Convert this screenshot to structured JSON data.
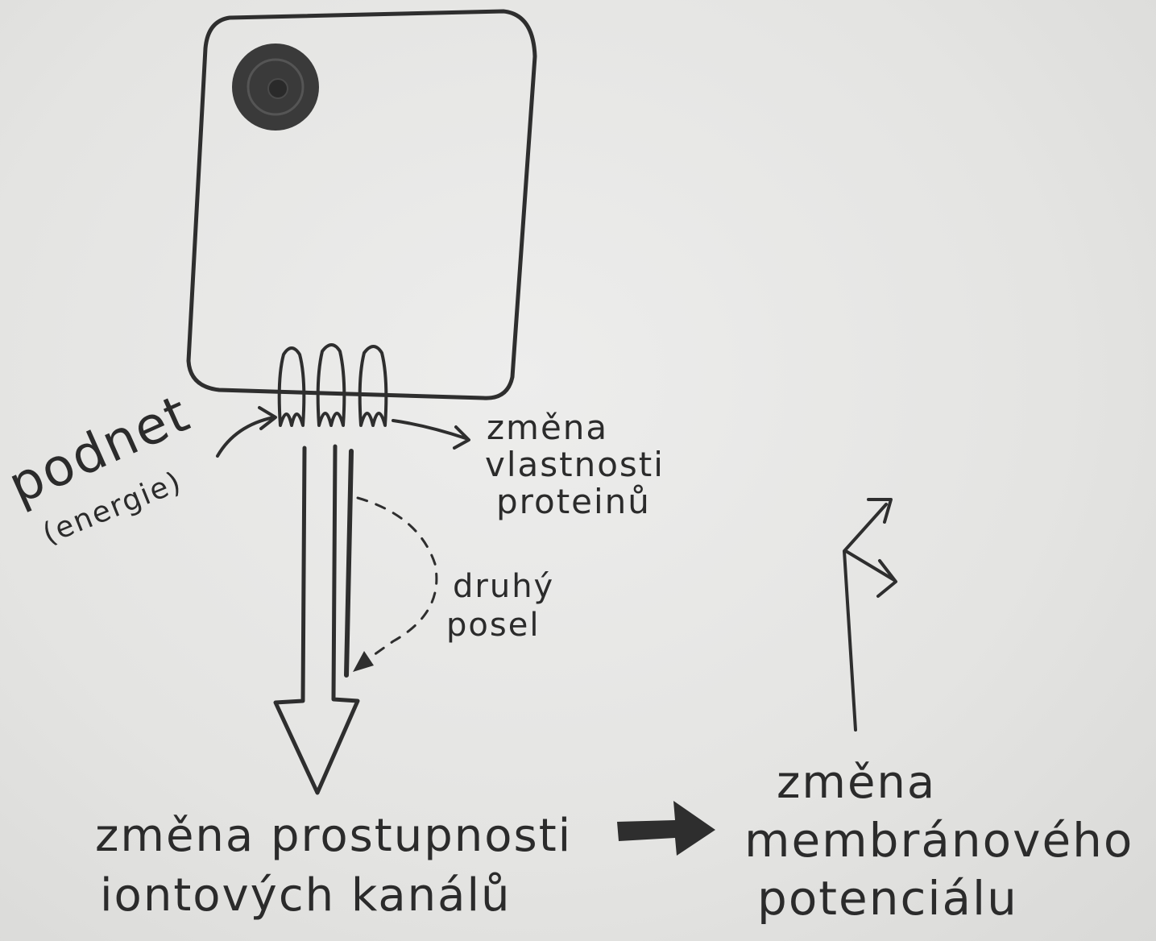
{
  "labels": {
    "stimulus": "podnet",
    "stimulus_note": "(energie)",
    "protein_change_1": "změna",
    "protein_change_2": "vlastnosti",
    "protein_change_3": "proteinů",
    "second_messenger_1": "druhý",
    "second_messenger_2": "posel",
    "permeability_1": "změna prostupnosti",
    "permeability_2": "iontových kanálů",
    "membrane_1": "změna",
    "membrane_2": "membránového",
    "membrane_3": "potenciálu"
  },
  "colors": {
    "paper": "#e6e6e4",
    "ink": "#2e2e2e",
    "nucleus": "#3a3a3a"
  }
}
